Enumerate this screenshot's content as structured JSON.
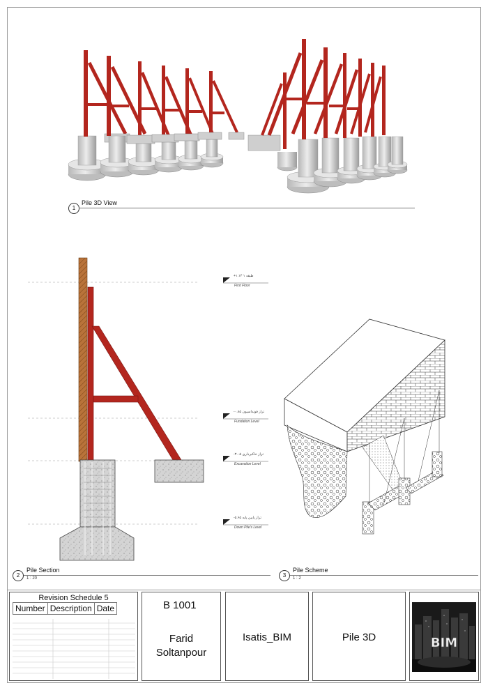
{
  "views": [
    {
      "number": "1",
      "title": "Pile 3D View",
      "scale": ""
    },
    {
      "number": "2",
      "title": "Pile Section",
      "scale": "1 : 20"
    },
    {
      "number": "3",
      "title": "Pile Scheme",
      "scale": "1 : 2"
    }
  ],
  "levels": [
    {
      "name": "First Floor",
      "persian": "طبقه ۱",
      "value": "+۱.۱۳"
    },
    {
      "name": "Fundation Level",
      "persian": "تراز فونداسیون",
      "value": "-۰.۸۵"
    },
    {
      "name": "Excavation Level",
      "persian": "تراز خاکبرداری",
      "value": "-۳.۰۵"
    },
    {
      "name": "Down Pile's Level",
      "persian": "تراز پایین پایه",
      "value": "-۵.۶۵"
    }
  ],
  "title_block": {
    "revision_schedule": {
      "title": "Revision Schedule 5",
      "columns": [
        "Number",
        "Description",
        "Date"
      ],
      "row_count": 10
    },
    "sheet_number": "B 1001",
    "author_line1": "Farid",
    "author_line2": "Soltanpour",
    "project": "Isatis_BIM",
    "sheet_name": "Pile 3D",
    "logo_text": "BIM"
  },
  "colors": {
    "steel": "#b3261e",
    "steel_dark": "#7a1512",
    "concrete": "#d4d4d4",
    "concrete_dark": "#a8a8a8",
    "wood": "#b9733a"
  }
}
